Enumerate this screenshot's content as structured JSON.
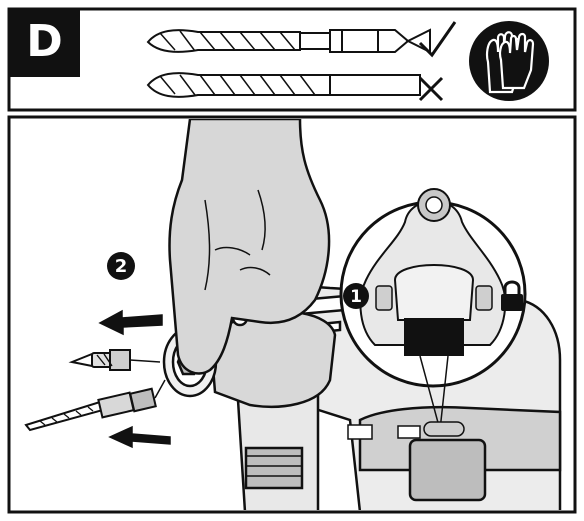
{
  "panel": {
    "letter": "D",
    "step_one": "1",
    "step_two": "2"
  },
  "legend": {
    "correct_mark": "✓",
    "wrong_mark": "✗"
  },
  "icons": [
    "gloves-icon",
    "lock-icon",
    "push-arrow-icon",
    "drill-bit-icon",
    "screwdriver-bit-icon"
  ],
  "colors": {
    "ink": "#111111",
    "skin": "#d9d9d9",
    "tool_gray": "#c8c8c8",
    "background": "#ffffff"
  }
}
